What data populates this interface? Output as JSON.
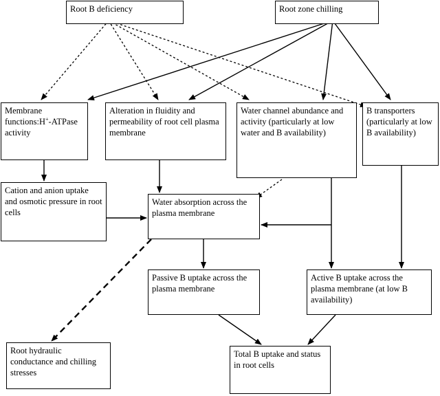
{
  "nodes": {
    "root_b_deficiency": {
      "label": "Root B deficiency"
    },
    "root_zone_chilling": {
      "label": "Root zone chilling"
    },
    "membrane_functions": {
      "label_pre": "Membrane functions:H",
      "label_sup": "+",
      "label_post": "-ATPase activity"
    },
    "alteration_fluidity": {
      "label": "Alteration in fluidity and permeability of root cell plasma membrane"
    },
    "water_channel": {
      "label": "Water channel abundance and activity (particularly at low water and B availability)"
    },
    "b_transporters": {
      "label": "B transporters (particularly at low B availability)"
    },
    "cation_anion": {
      "label": "Cation and anion uptake and osmotic pressure in root cells"
    },
    "water_absorption": {
      "label": "Water absorption across the plasma membrane"
    },
    "passive_b": {
      "label": "Passive B uptake across the plasma membrane"
    },
    "active_b": {
      "label": "Active B uptake across the plasma membrane (at low B availability)"
    },
    "root_hydraulic": {
      "label": "Root hydraulic conductance and chilling stresses"
    },
    "total_b": {
      "label": "Total B uptake and status in root cells"
    }
  },
  "edges": [
    {
      "from": "root_b_deficiency",
      "to": "membrane_functions",
      "style": "dotted"
    },
    {
      "from": "root_b_deficiency",
      "to": "alteration_fluidity",
      "style": "dotted"
    },
    {
      "from": "root_b_deficiency",
      "to": "water_channel",
      "style": "dotted"
    },
    {
      "from": "root_b_deficiency",
      "to": "b_transporters",
      "style": "dotted"
    },
    {
      "from": "root_zone_chilling",
      "to": "membrane_functions",
      "style": "solid"
    },
    {
      "from": "root_zone_chilling",
      "to": "alteration_fluidity",
      "style": "solid"
    },
    {
      "from": "root_zone_chilling",
      "to": "water_channel",
      "style": "solid"
    },
    {
      "from": "root_zone_chilling",
      "to": "b_transporters",
      "style": "solid"
    },
    {
      "from": "membrane_functions",
      "to": "cation_anion",
      "style": "solid"
    },
    {
      "from": "alteration_fluidity",
      "to": "water_absorption",
      "style": "solid"
    },
    {
      "from": "water_channel",
      "to": "water_absorption",
      "style": "dotted"
    },
    {
      "from": "water_channel",
      "to": "water_absorption",
      "style": "solid"
    },
    {
      "from": "water_channel",
      "to": "active_b",
      "style": "solid"
    },
    {
      "from": "cation_anion",
      "to": "water_absorption",
      "style": "solid"
    },
    {
      "from": "b_transporters",
      "to": "active_b",
      "style": "solid"
    },
    {
      "from": "water_absorption",
      "to": "passive_b",
      "style": "solid"
    },
    {
      "from": "water_absorption",
      "to": "root_hydraulic",
      "style": "dashed"
    },
    {
      "from": "passive_b",
      "to": "total_b",
      "style": "solid"
    },
    {
      "from": "active_b",
      "to": "total_b",
      "style": "solid"
    }
  ]
}
